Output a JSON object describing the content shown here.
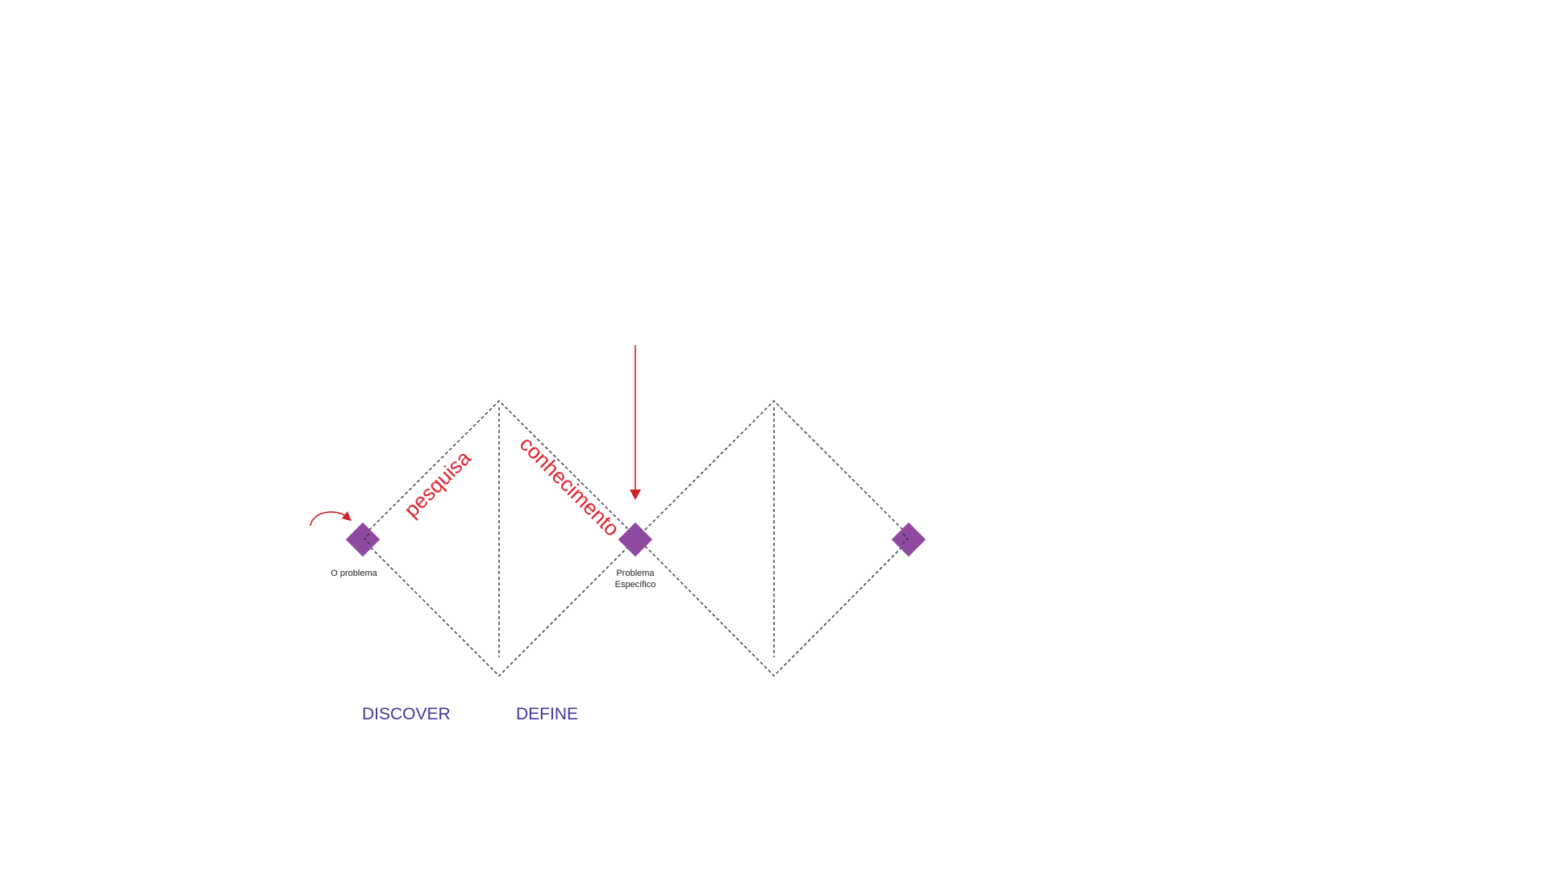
{
  "diagram": {
    "annotations": {
      "research": "pesquisa",
      "knowledge": "conhecimento"
    },
    "nodes": {
      "start_label": "O problema",
      "middle_label_line1": "Problema",
      "middle_label_line2": "Específico"
    },
    "phases": {
      "discover": "DISCOVER",
      "define": "DEFINE"
    },
    "colors": {
      "node": "#8e4aa1",
      "annotation": "#e0202c",
      "phase": "#3d3a9a",
      "outline": "#333333"
    }
  }
}
